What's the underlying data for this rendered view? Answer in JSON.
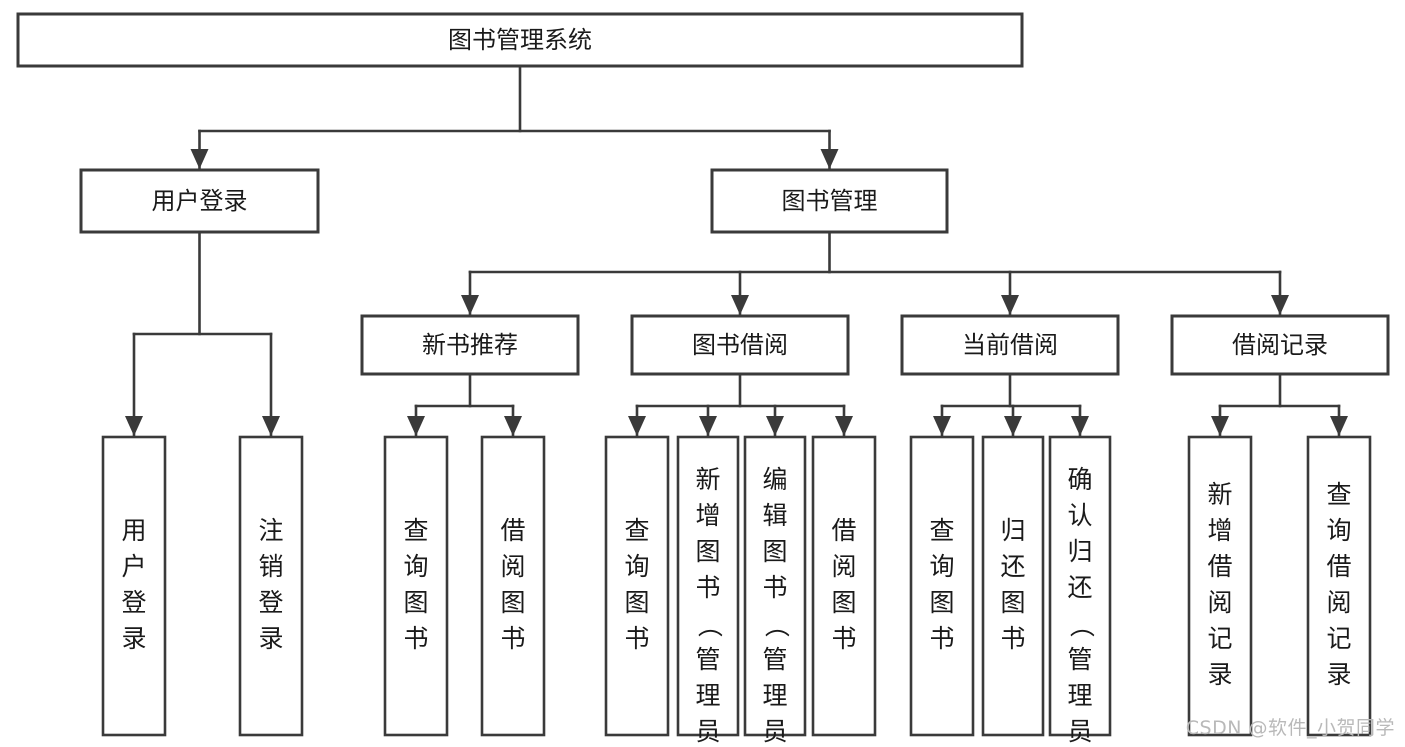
{
  "diagram": {
    "title": "图书管理系统",
    "type": "tree",
    "orientation": "top-down",
    "colors": {
      "stroke": "#3a3a3a",
      "box_fill": "#ffffff",
      "text": "#1a1a1a",
      "watermark": "#b9b9b9",
      "background": "#ffffff"
    },
    "levels": {
      "level1": [
        {
          "id": "root",
          "label": "图书管理系统",
          "orientation": "horizontal"
        }
      ],
      "level2": [
        {
          "id": "user-login",
          "label": "用户登录",
          "orientation": "horizontal",
          "parent": "root"
        },
        {
          "id": "book-manage",
          "label": "图书管理",
          "orientation": "horizontal",
          "parent": "root"
        }
      ],
      "level3": [
        {
          "id": "new-book-rec",
          "label": "新书推荐",
          "orientation": "horizontal",
          "parent": "book-manage"
        },
        {
          "id": "book-borrow",
          "label": "图书借阅",
          "orientation": "horizontal",
          "parent": "book-manage"
        },
        {
          "id": "current-borrow",
          "label": "当前借阅",
          "orientation": "horizontal",
          "parent": "book-manage"
        },
        {
          "id": "borrow-record",
          "label": "借阅记录",
          "orientation": "horizontal",
          "parent": "book-manage"
        }
      ],
      "leaves": [
        {
          "id": "leaf-user-login",
          "label": "用户登录",
          "orientation": "vertical",
          "parent": "user-login"
        },
        {
          "id": "leaf-logout",
          "label": "注销登录",
          "orientation": "vertical",
          "parent": "user-login"
        },
        {
          "id": "leaf-query-book-1",
          "label": "查询图书",
          "orientation": "vertical",
          "parent": "new-book-rec"
        },
        {
          "id": "leaf-borrow-book-1",
          "label": "借阅图书",
          "orientation": "vertical",
          "parent": "new-book-rec"
        },
        {
          "id": "leaf-query-book-2",
          "label": "查询图书",
          "orientation": "vertical",
          "parent": "book-borrow"
        },
        {
          "id": "leaf-add-book",
          "label": "新增图书（管理员）",
          "orientation": "vertical",
          "parent": "book-borrow"
        },
        {
          "id": "leaf-edit-book",
          "label": "编辑图书（管理员）",
          "orientation": "vertical",
          "parent": "book-borrow"
        },
        {
          "id": "leaf-borrow-book-2",
          "label": "借阅图书",
          "orientation": "vertical",
          "parent": "book-borrow"
        },
        {
          "id": "leaf-query-book-3",
          "label": "查询图书",
          "orientation": "vertical",
          "parent": "current-borrow"
        },
        {
          "id": "leaf-return-book",
          "label": "归还图书",
          "orientation": "vertical",
          "parent": "current-borrow"
        },
        {
          "id": "leaf-confirm-return",
          "label": "确认归还（管理员）",
          "orientation": "vertical",
          "parent": "current-borrow"
        },
        {
          "id": "leaf-add-record",
          "label": "新增借阅记录",
          "orientation": "vertical",
          "parent": "borrow-record"
        },
        {
          "id": "leaf-query-record",
          "label": "查询借阅记录",
          "orientation": "vertical",
          "parent": "borrow-record"
        }
      ]
    }
  },
  "watermark": {
    "text": "CSDN @软件_小贺同学"
  }
}
